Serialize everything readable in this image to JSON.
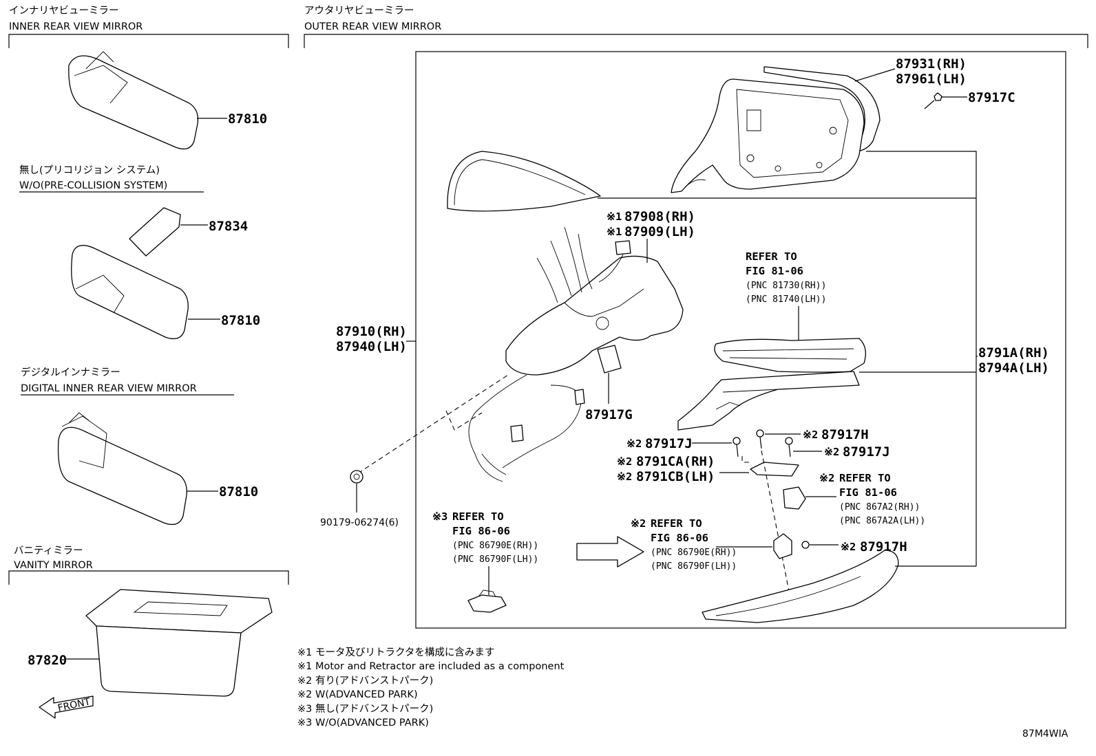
{
  "sections": {
    "inner": {
      "jp": "インナリヤビューミラー",
      "en": "INNER REAR VIEW MIRROR"
    },
    "outer": {
      "jp": "アウタリヤビューミラー",
      "en": "OUTER REAR VIEW MIRROR"
    },
    "wo_pcs": {
      "jp": "無し(プリコリジョン システム)",
      "en": "W/O(PRE-COLLISION SYSTEM)"
    },
    "digital": {
      "jp": "デジタルインナミラー",
      "en": "DIGITAL INNER REAR VIEW MIRROR"
    },
    "vanity": {
      "jp": "バニティミラー",
      "en": "VANITY MIRROR"
    }
  },
  "parts": {
    "p87810_a": "87810",
    "p87834": "87834",
    "p87810_b": "87810",
    "p87810_c": "87810",
    "p87820": "87820",
    "front": "FRONT",
    "p87931": "87931(RH)",
    "p87961": "87961(LH)",
    "p87917C": "87917C",
    "m1_a": "※1",
    "p87908": "87908(RH)",
    "m1_b": "※1",
    "p87909": "87909(LH)",
    "p87910": "87910(RH)",
    "p87940": "87940(LH)",
    "p87917G": "87917G",
    "p8791A": "8791A(RH)",
    "p8794A": "8794A(LH)",
    "m2_j1": "※2",
    "p87917J_1": "87917J",
    "m2_h1": "※2",
    "p87917H_1": "87917H",
    "m2_j2": "※2",
    "p87917J_2": "87917J",
    "m2_ca": "※2",
    "p8791CA": "8791CA(RH)",
    "m2_cb": "※2",
    "p8791CB": "8791CB(LH)",
    "m2_h2": "※2",
    "p87917H_2": "87917H",
    "p90179": "90179-06274(6)"
  },
  "refs": {
    "r1": {
      "l1": "REFER TO",
      "l2": "FIG 81-06",
      "l3": "(PNC 81730(RH))",
      "l4": "(PNC 81740(LH))"
    },
    "r2": {
      "mark": "※2",
      "l1": "REFER TO",
      "l2": "FIG 81-06",
      "l3": "(PNC 867A2(RH))",
      "l4": "(PNC 867A2A(LH))"
    },
    "r3": {
      "mark": "※3",
      "l1": "REFER TO",
      "l2": "FIG 86-06",
      "l3": "(PNC 86790E(RH))",
      "l4": "(PNC 86790F(LH))"
    },
    "r4": {
      "mark": "※2",
      "l1": "REFER TO",
      "l2": "FIG 86-06",
      "l3": "(PNC 86790E(RH))",
      "l4": "(PNC 86790F(LH))"
    }
  },
  "notes": [
    "※1 モータ及びリトラクタを構成に含みます",
    "※1 Motor and Retractor are included as a component",
    "※2 有り(アドバンストパーク)",
    "※2 W(ADVANCED PARK)",
    "※3 無し(アドバンストパーク)",
    "※3 W/O(ADVANCED PARK)"
  ],
  "illustration_code": "87M4WIA"
}
